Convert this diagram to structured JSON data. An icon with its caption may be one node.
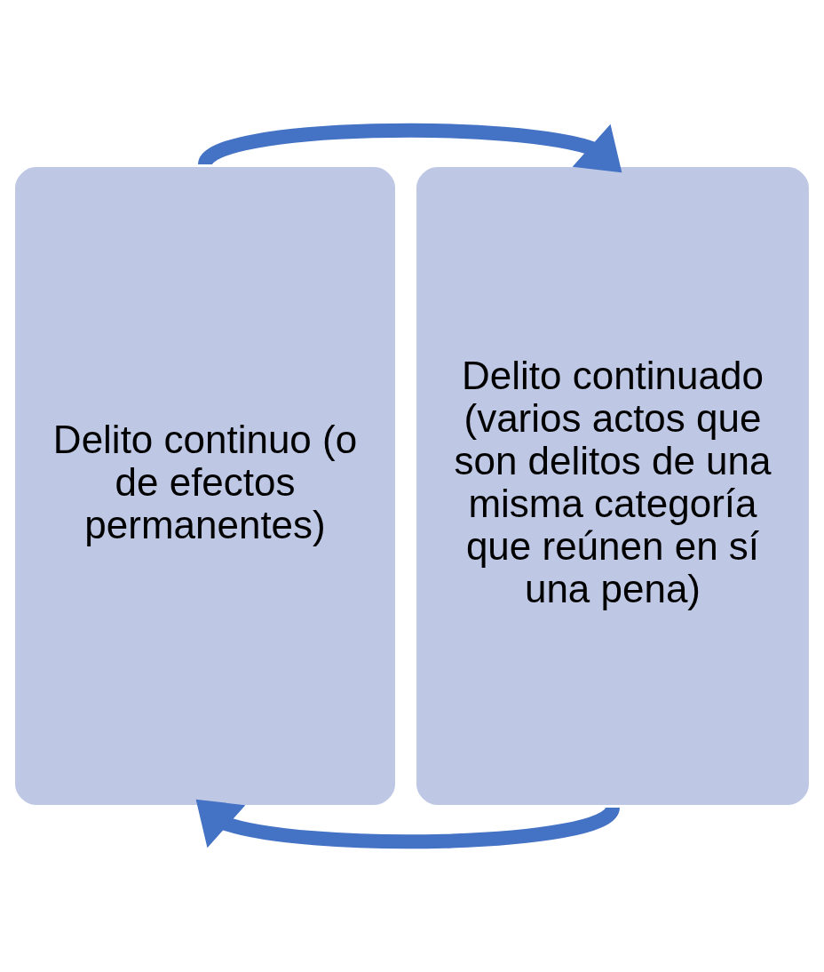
{
  "diagram": {
    "nodes": [
      {
        "text": [
          "Delito continuo (o de efectos permanentes)"
        ]
      },
      {
        "text": [
          "Delito continuado (varios actos que son delitos de una misma categoría que reúnen en sí una pena)"
        ]
      }
    ],
    "edges": [
      {
        "from": 0,
        "to": 1,
        "arrow": "to"
      },
      {
        "from": 1,
        "to": 0,
        "arrow": "to"
      }
    ]
  }
}
